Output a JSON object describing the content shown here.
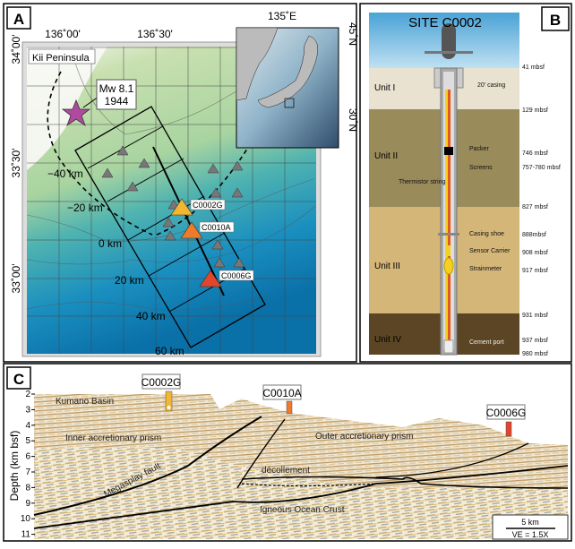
{
  "panel_a": {
    "label": "A",
    "lon_labels": [
      "136˚00'",
      "136˚30'"
    ],
    "lat_labels": [
      "34˚00'",
      "33˚30'",
      "33˚00'"
    ],
    "place_label": "Kii Peninsula",
    "quake": {
      "magnitude": "Mw 8.1",
      "year": "1944",
      "color": "#b04aa0"
    },
    "km_labels": [
      "−40 km",
      "−20 km",
      "0 km",
      "20 km",
      "40 km",
      "60 km"
    ],
    "sites": [
      {
        "name": "C0002G",
        "color": "#f2b630"
      },
      {
        "name": "C0010A",
        "color": "#ee7a2a"
      },
      {
        "name": "C0006G",
        "color": "#e2452c"
      }
    ],
    "inset": {
      "lon_label": "135˚E",
      "lat_labels": [
        "45˚N",
        "30˚N"
      ]
    }
  },
  "panel_b": {
    "label": "B",
    "title": "SITE C0002",
    "units": [
      "Unit I",
      "Unit II",
      "Unit III",
      "Unit IV"
    ],
    "components": [
      "20' casing",
      "Packer",
      "Screens",
      "Thermistor string",
      "Casing shoe",
      "Sensor Carrier",
      "Strainmeter",
      "Cement port"
    ],
    "depths": [
      "41 mbsf",
      "129 mbsf",
      "746 mbsf",
      "757-780 mbsf",
      "827 mbsf",
      "888mbsf",
      "908 mbsf",
      "917 mbsf",
      "931 mbsf",
      "937 mbsf",
      "980 mbsf"
    ]
  },
  "panel_c": {
    "label": "C",
    "ylabel": "Depth (km bsf)",
    "yticks": [
      "2",
      "3",
      "4",
      "5",
      "6",
      "7",
      "8",
      "9",
      "10",
      "11"
    ],
    "sites": [
      "C0002G",
      "C0010A",
      "C0006G"
    ],
    "annotations": [
      "Kumano Basin",
      "Inner accretionary prism",
      "Outer accretionary prism",
      "décollement",
      "Megasplay fault",
      "Igneous Ocean Crust"
    ],
    "scale": "5 km",
    "ve": "VE = 1.5X"
  }
}
